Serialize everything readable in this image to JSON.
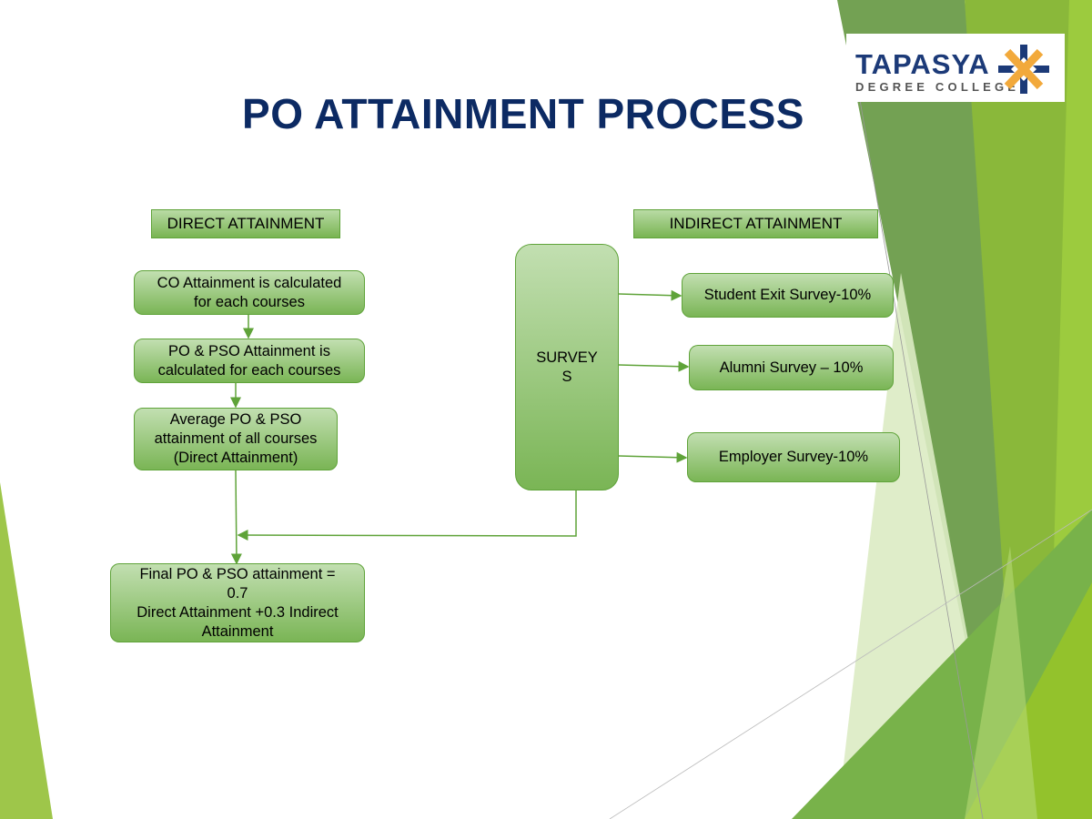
{
  "slide": {
    "title": "PO ATTAINMENT PROCESS",
    "logo": {
      "name": "TAPASYA",
      "subtitle": "DEGREE COLLEGE",
      "mark_icon": "star-cross-emblem",
      "colors": {
        "text": "#1c3a78",
        "sub": "#555555",
        "mark_blue": "#1c3a78",
        "mark_orange": "#f2a93b"
      }
    },
    "colors": {
      "title": "#0c2a63",
      "box_border": "#5fa339",
      "connector": "#5fa339",
      "box_fill_top": "#c2dfb1",
      "box_fill_bottom": "#7ab555"
    }
  },
  "direct": {
    "header": "DIRECT ATTAINMENT",
    "steps": [
      [
        "CO Attainment is calculated",
        "for each courses"
      ],
      [
        "PO & PSO Attainment is",
        "calculated for each courses"
      ],
      [
        "Average PO & PSO",
        "attainment of all courses",
        "(Direct Attainment)"
      ]
    ],
    "final": [
      "Final PO & PSO attainment =",
      "0.7",
      "Direct Attainment +0.3 Indirect",
      "Attainment"
    ]
  },
  "indirect": {
    "header": "INDIRECT ATTAINMENT",
    "surveys_label": [
      "SURVEY",
      "S"
    ],
    "items": [
      "Student Exit Survey-10%",
      "Alumni Survey – 10%",
      "Employer Survey-10%"
    ]
  }
}
